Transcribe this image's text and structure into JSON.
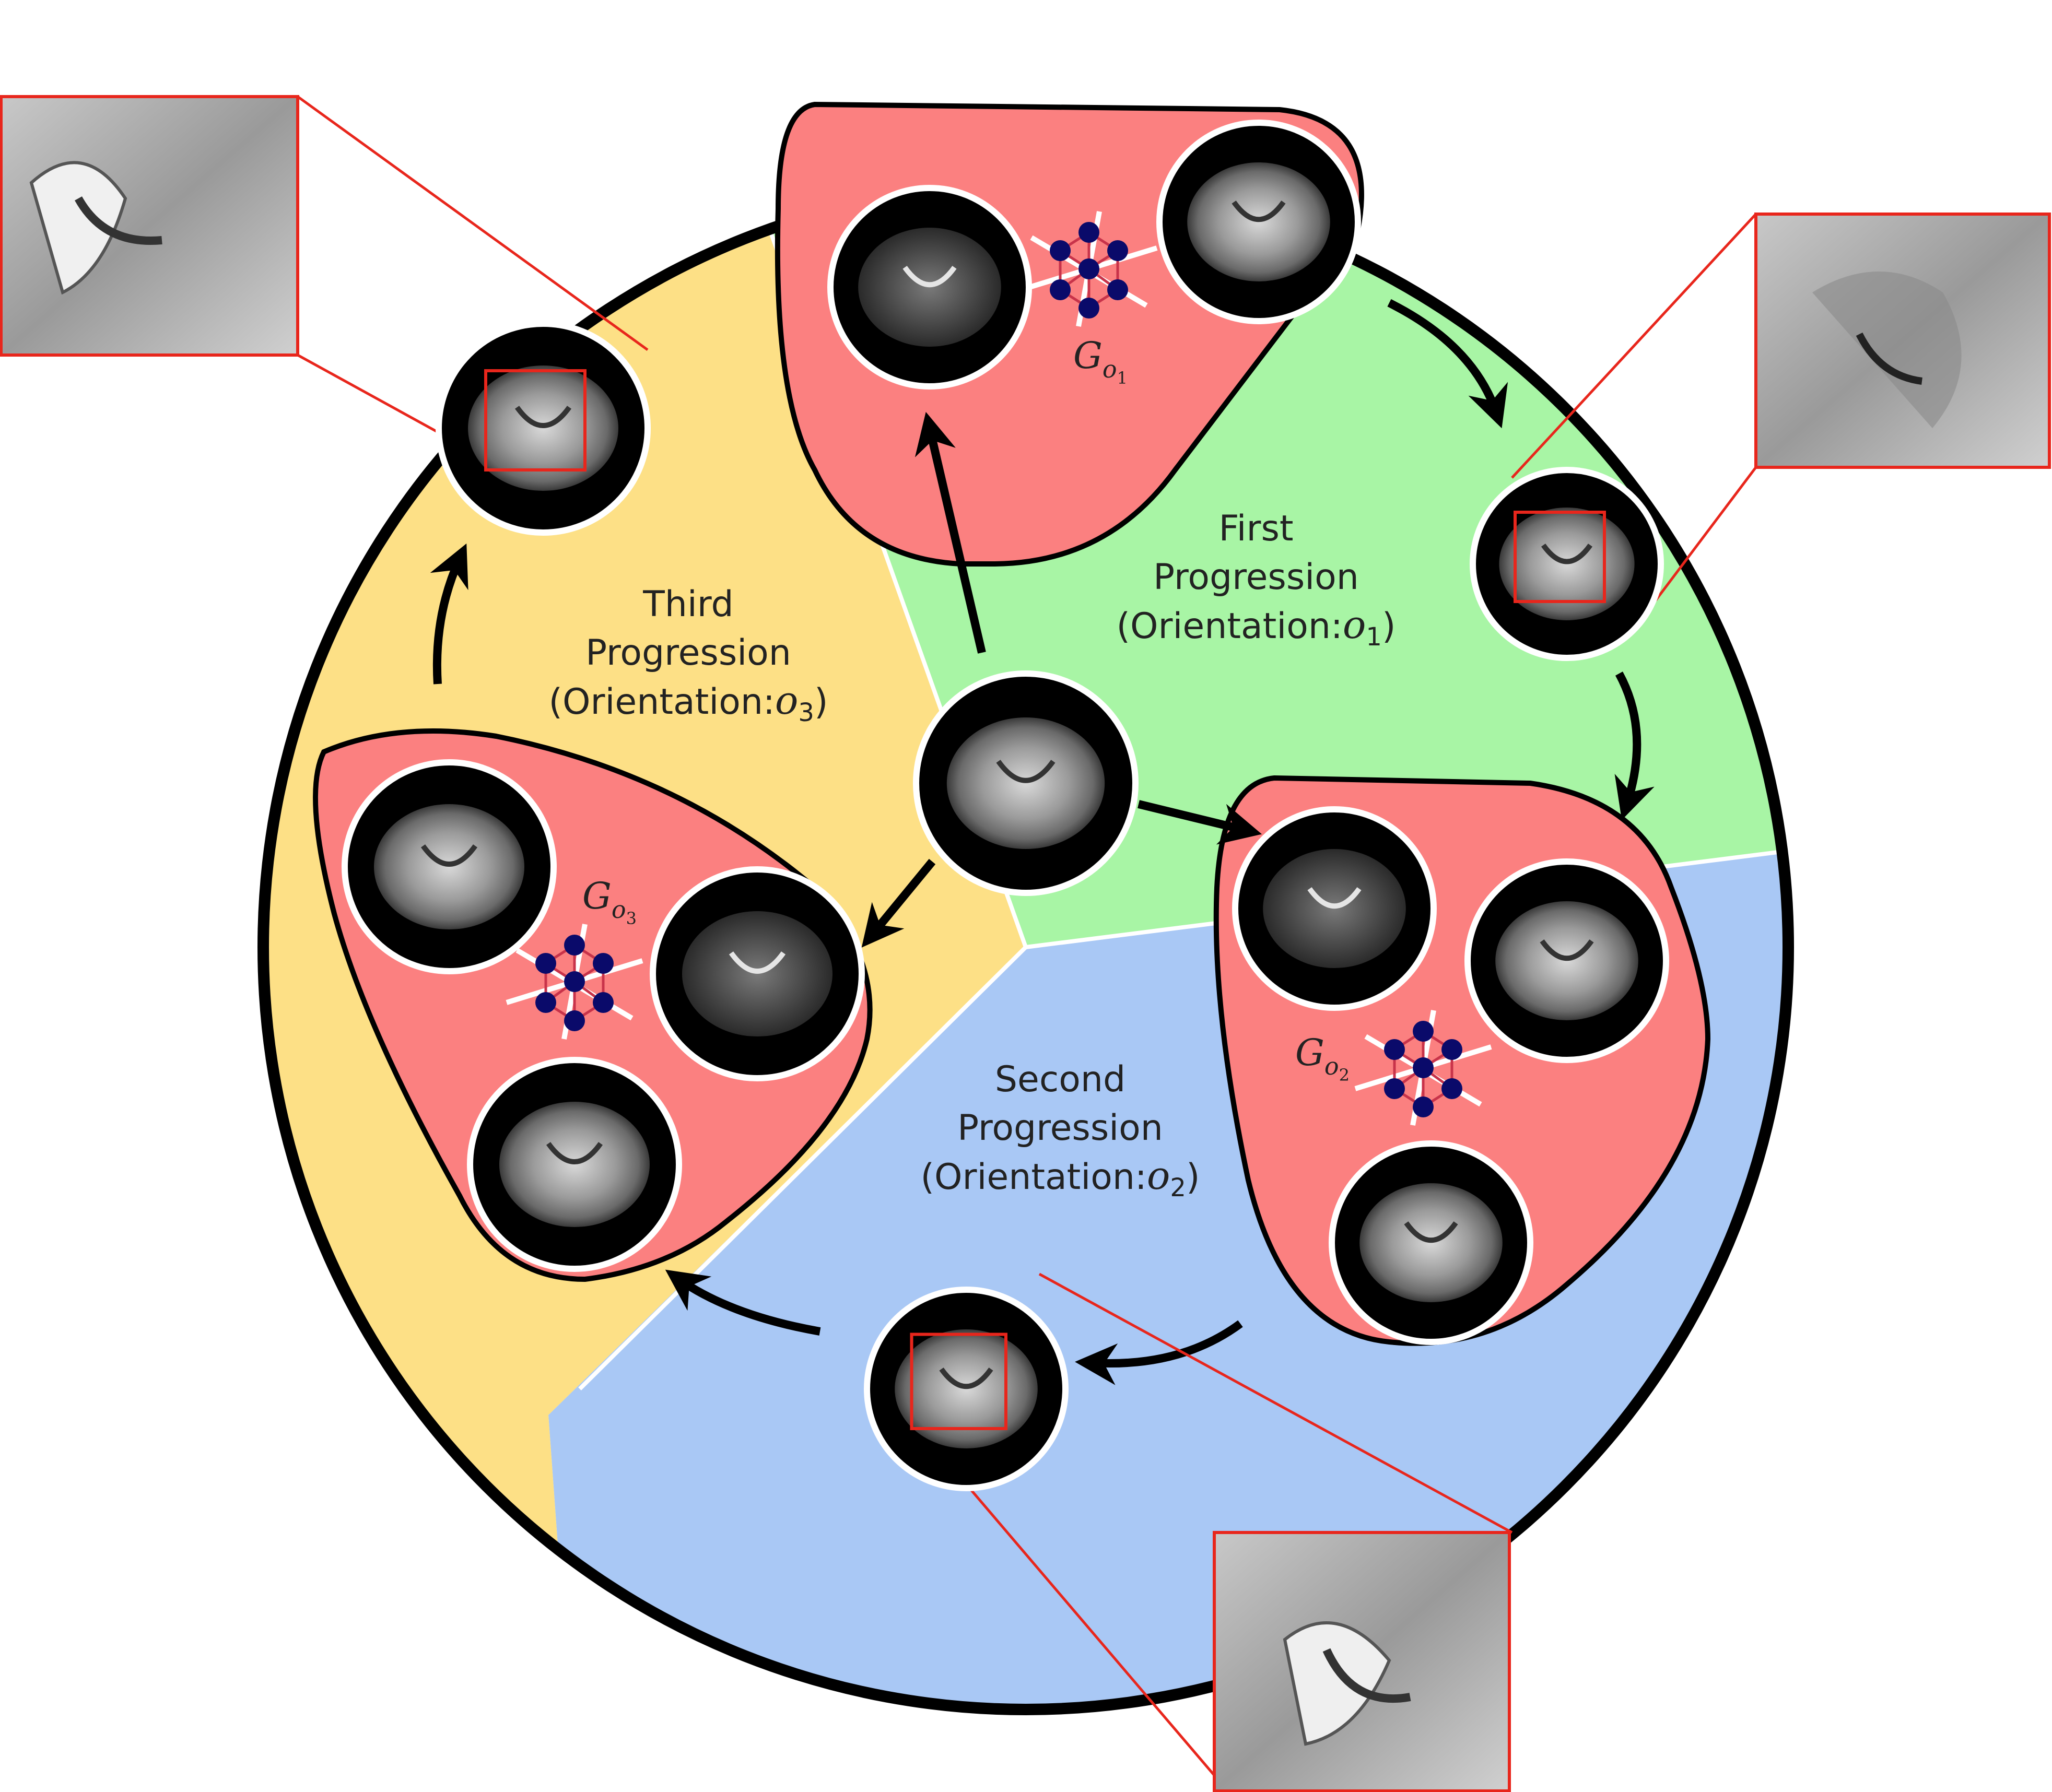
{
  "colors": {
    "first_sector": "#a8f5a5",
    "second_sector": "#a9c8f5",
    "third_sector": "#fde086",
    "group_fill": "#fb8080",
    "outline": "#000000",
    "zoom_frame": "#e8261c",
    "graph_node": "#0a0a6a",
    "graph_edge": "#c8334a"
  },
  "progressions": [
    {
      "name": "First",
      "title": "Progression",
      "orientation": "(Orientation:",
      "symbol": "o",
      "index": "1",
      "close": ")"
    },
    {
      "name": "Second",
      "title": "Progression",
      "orientation": "(Orientation:",
      "symbol": "o",
      "index": "2",
      "close": ")"
    },
    {
      "name": "Third",
      "title": "Progression",
      "orientation": "(Orientation:",
      "symbol": "o",
      "index": "3",
      "close": ")"
    }
  ],
  "graphs": [
    {
      "letter": "G",
      "sub": "o",
      "index": "1"
    },
    {
      "letter": "G",
      "sub": "o",
      "index": "2"
    },
    {
      "letter": "G",
      "sub": "o",
      "index": "3"
    }
  ],
  "icons": {
    "center": "brain-3d-render-icon",
    "slices": "mri-slice-icon",
    "graph": "graph-network-icon",
    "arrow": "flow-arrow-icon",
    "zoom": "zoom-inset-icon"
  }
}
